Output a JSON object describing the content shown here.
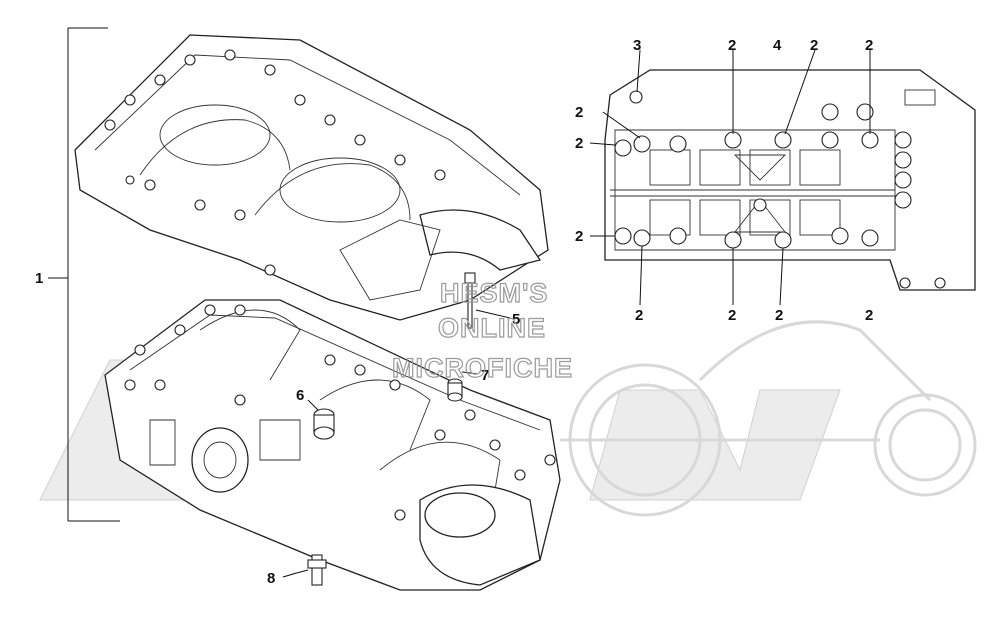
{
  "watermark": {
    "lines": [
      "HESM'S",
      "ONLINE",
      "MICROFICHE"
    ]
  },
  "callouts": {
    "c1": "1",
    "c3": "3",
    "c4": "4",
    "c5": "5",
    "c6": "6",
    "c7": "7",
    "c8": "8",
    "top2a": "2",
    "top2b": "2",
    "top2c": "2",
    "left2a": "2",
    "left2b": "2",
    "left2c": "2",
    "bot2a": "2",
    "bot2b": "2",
    "bot2c": "2",
    "bot2d": "2"
  }
}
